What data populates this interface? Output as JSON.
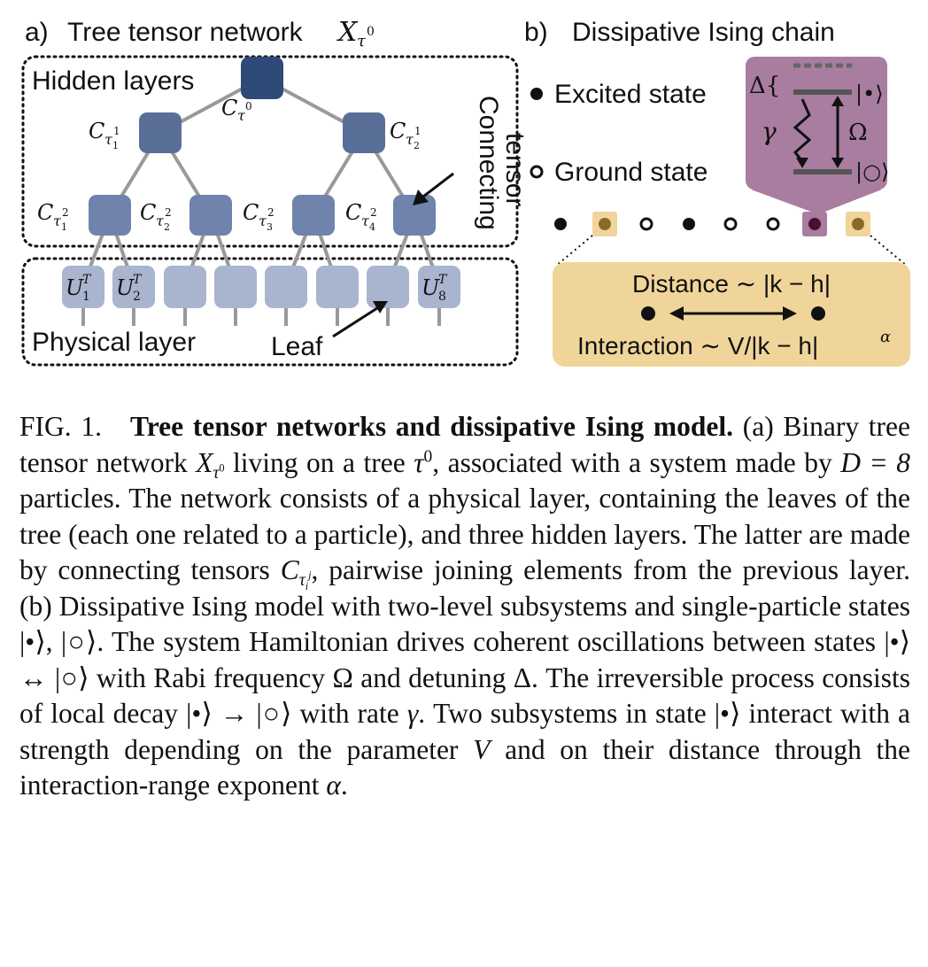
{
  "panel_a": {
    "label": "a)",
    "title": "Tree tensor network",
    "title_symbol": "X",
    "title_symbol_sub": "τ",
    "title_symbol_sup": "0",
    "hidden_layers_label": "Hidden layers",
    "physical_layer_label": "Physical layer",
    "connecting_label_line1": "Connecting",
    "connecting_label_line2": "tensor",
    "leaf_label": "Leaf",
    "root": {
      "sym": "C",
      "sub": "τ",
      "sup": "0"
    },
    "level1": [
      {
        "sym": "C",
        "sub": "τ",
        "subsub": "1",
        "sup": "1"
      },
      {
        "sym": "C",
        "sub": "τ",
        "subsub": "2",
        "sup": "1"
      }
    ],
    "level2": [
      {
        "sym": "C",
        "sub": "τ",
        "subsub": "1",
        "sup": "2"
      },
      {
        "sym": "C",
        "sub": "τ",
        "subsub": "2",
        "sup": "2"
      },
      {
        "sym": "C",
        "sub": "τ",
        "subsub": "3",
        "sup": "2"
      },
      {
        "sym": "C",
        "sub": "τ",
        "subsub": "4",
        "sup": "2"
      }
    ],
    "leaves": [
      {
        "sym": "U",
        "sub": "1",
        "sup": "T"
      },
      {
        "sym": "U",
        "sub": "2",
        "sup": "T"
      },
      {
        "sym": "",
        "sub": "",
        "sup": ""
      },
      {
        "sym": "",
        "sub": "",
        "sup": ""
      },
      {
        "sym": "",
        "sub": "",
        "sup": ""
      },
      {
        "sym": "",
        "sub": "",
        "sup": ""
      },
      {
        "sym": "",
        "sub": "",
        "sup": ""
      },
      {
        "sym": "U",
        "sub": "8",
        "sup": "T"
      }
    ],
    "colors": {
      "root": "#2f4a78",
      "level1": "#5a6f98",
      "level2": "#6f83ad",
      "leaf": "#a9b5cf",
      "edge": "#999999"
    }
  },
  "panel_b": {
    "label": "b)",
    "title": "Dissipative Ising chain",
    "excited_label": "Excited state",
    "ground_label": "Ground state",
    "delta": "Δ{",
    "gamma": "γ",
    "omega": "Ω",
    "ket_excited": "|•⟩",
    "ket_ground": "|○⟩",
    "chain": [
      "filled",
      "gold",
      "open",
      "filled",
      "open",
      "open",
      "purple",
      "gold"
    ],
    "distance_text": "Distance ∼ |k − h|",
    "interaction_text": "Interaction ∼ V/|k − h|",
    "interaction_exp": "α",
    "colors": {
      "level_box": "#a87da0",
      "interaction_box": "#f0d59a",
      "gold_site": "#8a6a2a",
      "purple_site": "#4a1030"
    }
  },
  "caption": {
    "fig_label": "FIG. 1.",
    "bold_title": "Tree tensor networks and dissipative Ising model.",
    "part_a1": "(a) Binary tree tensor network",
    "part_a2": "living on a tree",
    "part_a3": ", associated with a system made by",
    "part_a4": "particles. The network consists of a physical layer, containing the leaves of the tree (each one related to a particle), and three hidden layers. The latter are made by connecting tensors",
    "part_a5": ", pairwise joining elements from the previous layer.",
    "part_b1": "(b) Dissipative Ising model with two-level subsystems and single-particle states |•⟩, |○⟩. The system Hamiltonian drives coherent oscillations between states |•⟩ ↔ |○⟩ with Rabi frequency Ω and detuning Δ. The irreversible process consists of local decay |•⟩ → |○⟩ with rate",
    "part_b2": ". Two subsystems in state |•⟩ interact with a strength depending on the parameter",
    "part_b3": "and on their distance through the interaction-range exponent",
    "sym_X": "X",
    "sym_tau": "τ",
    "sym_zero": "0",
    "sym_D8": "D = 8",
    "sym_C": "C",
    "sym_i": "i",
    "sym_j": "j",
    "sym_gamma": "γ",
    "sym_V": "V",
    "sym_alpha": "α",
    "period": "."
  }
}
